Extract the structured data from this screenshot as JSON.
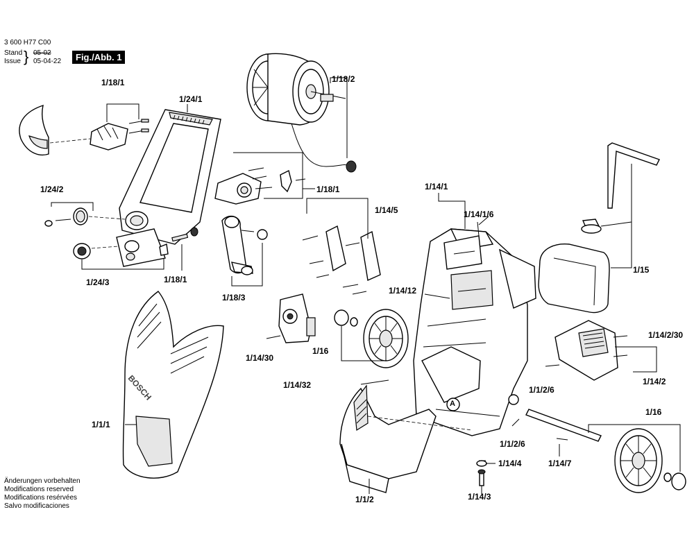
{
  "header": {
    "doc_number": "3 600 H77 C00",
    "stand_label": "Stand",
    "issue_label": "Issue",
    "stand_date": "05-02",
    "issue_date": "05-04-22",
    "brace": "}",
    "figure_title": "Fig./Abb. 1"
  },
  "labels": {
    "l_1_18_1_top": "1/18/1",
    "l_1_24_1": "1/24/1",
    "l_1_18_2": "1/18/2",
    "l_1_24_2": "1/24/2",
    "l_1_18_1_mid": "1/18/1",
    "l_1_14_1": "1/14/1",
    "l_1_14_5": "1/14/5",
    "l_1_14_1_6": "1/14/1/6",
    "l_1_24_3": "1/24/3",
    "l_1_18_1_low": "1/18/1",
    "l_1_15": "1/15",
    "l_1_14_12": "1/14/12",
    "l_1_18_3": "1/18/3",
    "l_1_16_mid": "1/16",
    "l_1_14_30_left": "1/14/30",
    "l_1_14_2_30": "1/14/2/30",
    "l_1_14_32": "1/14/32",
    "l_1_1_2_6_a": "1/1/2/6",
    "l_1_14_2": "1/14/2",
    "l_1_16_right": "1/16",
    "l_1_1_1": "1/1/1",
    "l_1_1_2_6_b": "1/1/2/6",
    "l_1_14_4": "1/14/4",
    "l_1_14_7": "1/14/7",
    "l_1_1_2": "1/1/2",
    "l_1_14_3": "1/14/3",
    "callout_a": "A",
    "brand": "BOSCH"
  },
  "footer": {
    "lines": [
      "Änderungen vorbehalten",
      "Modifications reserved",
      "Modifications resérvées",
      "Salvo modificaciones"
    ]
  }
}
